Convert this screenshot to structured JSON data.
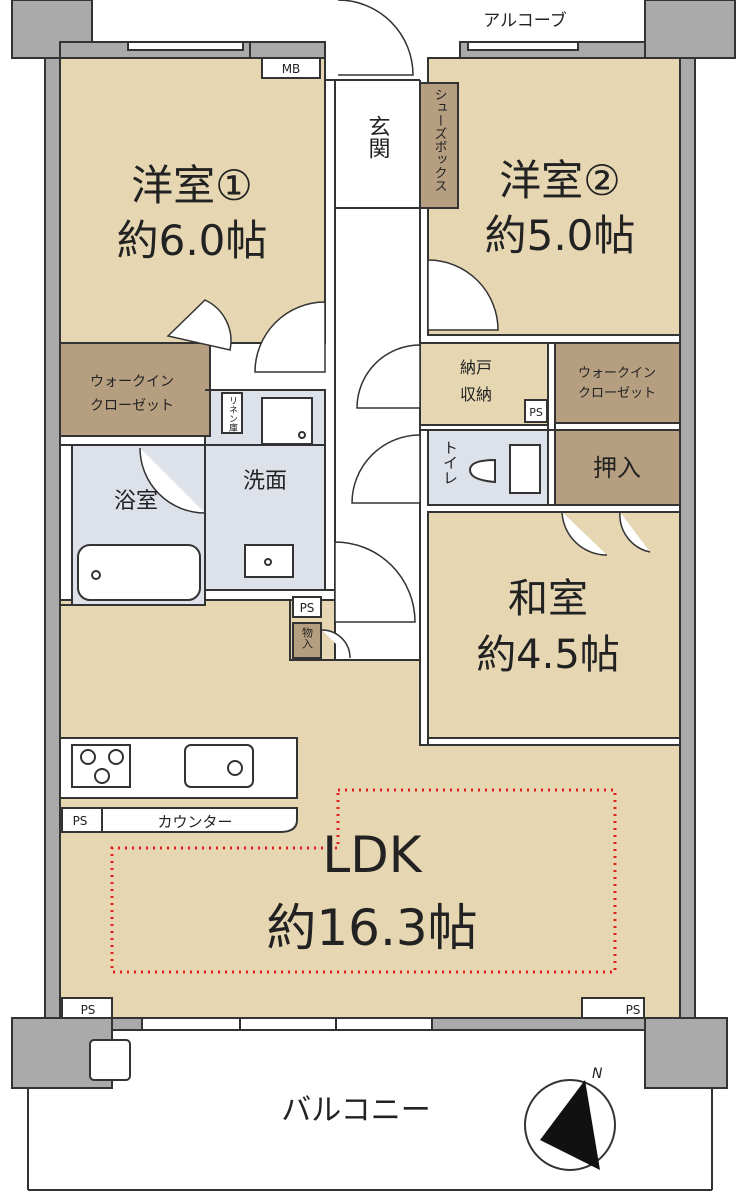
{
  "labels": {
    "alcove": "アルコーブ",
    "mb": "MB",
    "entrance": "玄関",
    "shoebox": "シューズボックス",
    "room1_name": "洋室①",
    "room1_size": "約6.0帖",
    "room2_name": "洋室②",
    "room2_size": "約5.0帖",
    "wic1_line1": "ウォークイン",
    "wic1_line2": "クローゼット",
    "wic2_line1": "ウォークイン",
    "wic2_line2": "クローゼット",
    "linen": "リネン庫",
    "storage_line1": "納戸",
    "storage_line2": "収納",
    "ps_storage": "PS",
    "toilet": "トイレ",
    "oshiire": "押入",
    "bath": "浴室",
    "washroom": "洗面",
    "ps_wash": "PS",
    "mono": "物入",
    "washitsu_name": "和室",
    "washitsu_size": "約4.5帖",
    "ps_kitchen": "PS",
    "counter": "カウンター",
    "ldk_name": "LDK",
    "ldk_size": "約16.3帖",
    "ps_left": "PS",
    "ps_right": "PS",
    "balcony": "バルコニー",
    "north": "N"
  },
  "colors": {
    "floor": "#e6d7b2",
    "closet": "#b59f80",
    "wet": "#dde1ea",
    "wall": "#aaaaaa",
    "line": "#333333",
    "ldk_outline": "#e02020"
  }
}
